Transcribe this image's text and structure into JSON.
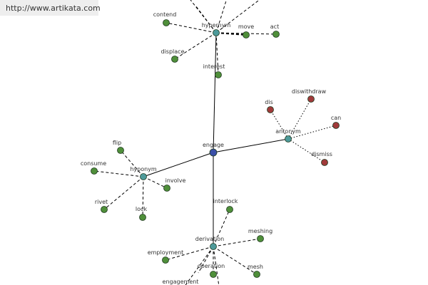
{
  "banner": {
    "url": "http://www.artikata.com"
  },
  "colors": {
    "center": "#3a4fa8",
    "hub": "#4d9a9a",
    "green": "#4f8f3a",
    "red": "#a03a3a",
    "edge": "#000000"
  },
  "center": {
    "label": "engage"
  },
  "hubs": [
    {
      "id": "hypernym",
      "label": "hypernym"
    },
    {
      "id": "antonym",
      "label": "antonym"
    },
    {
      "id": "hyponym",
      "label": "hyponym"
    },
    {
      "id": "derivation",
      "label": "derivation"
    }
  ],
  "leaves": {
    "hypernym": [
      "contend",
      "displace",
      "move",
      "act",
      "interest"
    ],
    "antonym": [
      "dis",
      "diswithdraw",
      "can",
      "dismiss"
    ],
    "hyponym": [
      "flip",
      "consume",
      "involve",
      "rivet",
      "lock"
    ],
    "derivation": [
      "interlock",
      "meshing",
      "employment",
      "operation",
      "mesh",
      "engagement"
    ]
  }
}
